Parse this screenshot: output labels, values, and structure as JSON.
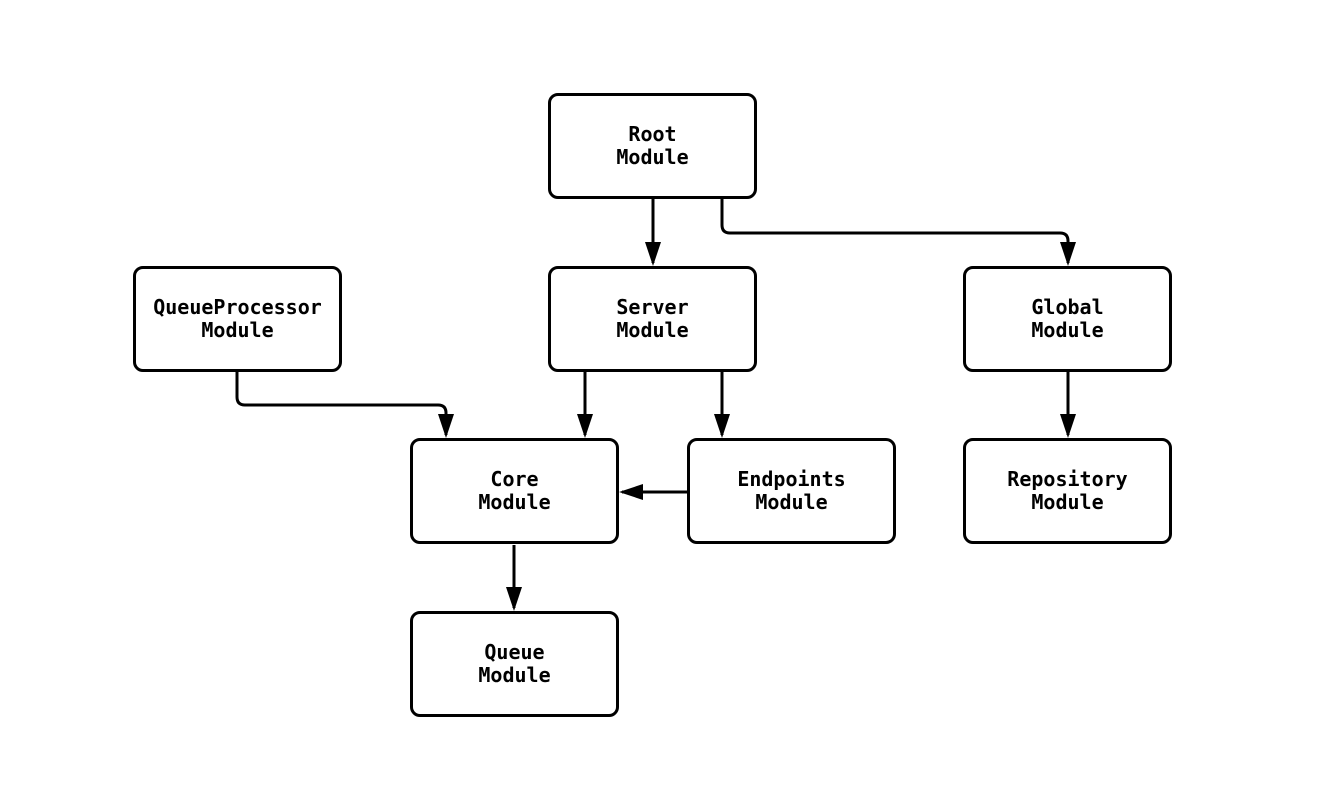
{
  "diagram": {
    "type": "module-dependency-flowchart",
    "colors": {
      "background": "#ffffff",
      "node_fill": "#ffffff",
      "stroke": "#000000",
      "text": "#000000"
    },
    "nodes": {
      "root": {
        "label": "Root\nModule"
      },
      "queue_processor": {
        "label": "QueueProcessor\nModule"
      },
      "server": {
        "label": "Server\nModule"
      },
      "global": {
        "label": "Global\nModule"
      },
      "core": {
        "label": "Core\nModule"
      },
      "endpoints": {
        "label": "Endpoints\nModule"
      },
      "repository": {
        "label": "Repository\nModule"
      },
      "queue": {
        "label": "Queue\nModule"
      }
    },
    "edges": [
      {
        "from": "Root Module",
        "to": "Server Module"
      },
      {
        "from": "Root Module",
        "to": "Global Module"
      },
      {
        "from": "QueueProcessor Module",
        "to": "Core Module"
      },
      {
        "from": "Server Module",
        "to": "Core Module"
      },
      {
        "from": "Server Module",
        "to": "Endpoints Module"
      },
      {
        "from": "Endpoints Module",
        "to": "Core Module"
      },
      {
        "from": "Global Module",
        "to": "Repository Module"
      },
      {
        "from": "Core Module",
        "to": "Queue Module"
      }
    ]
  }
}
